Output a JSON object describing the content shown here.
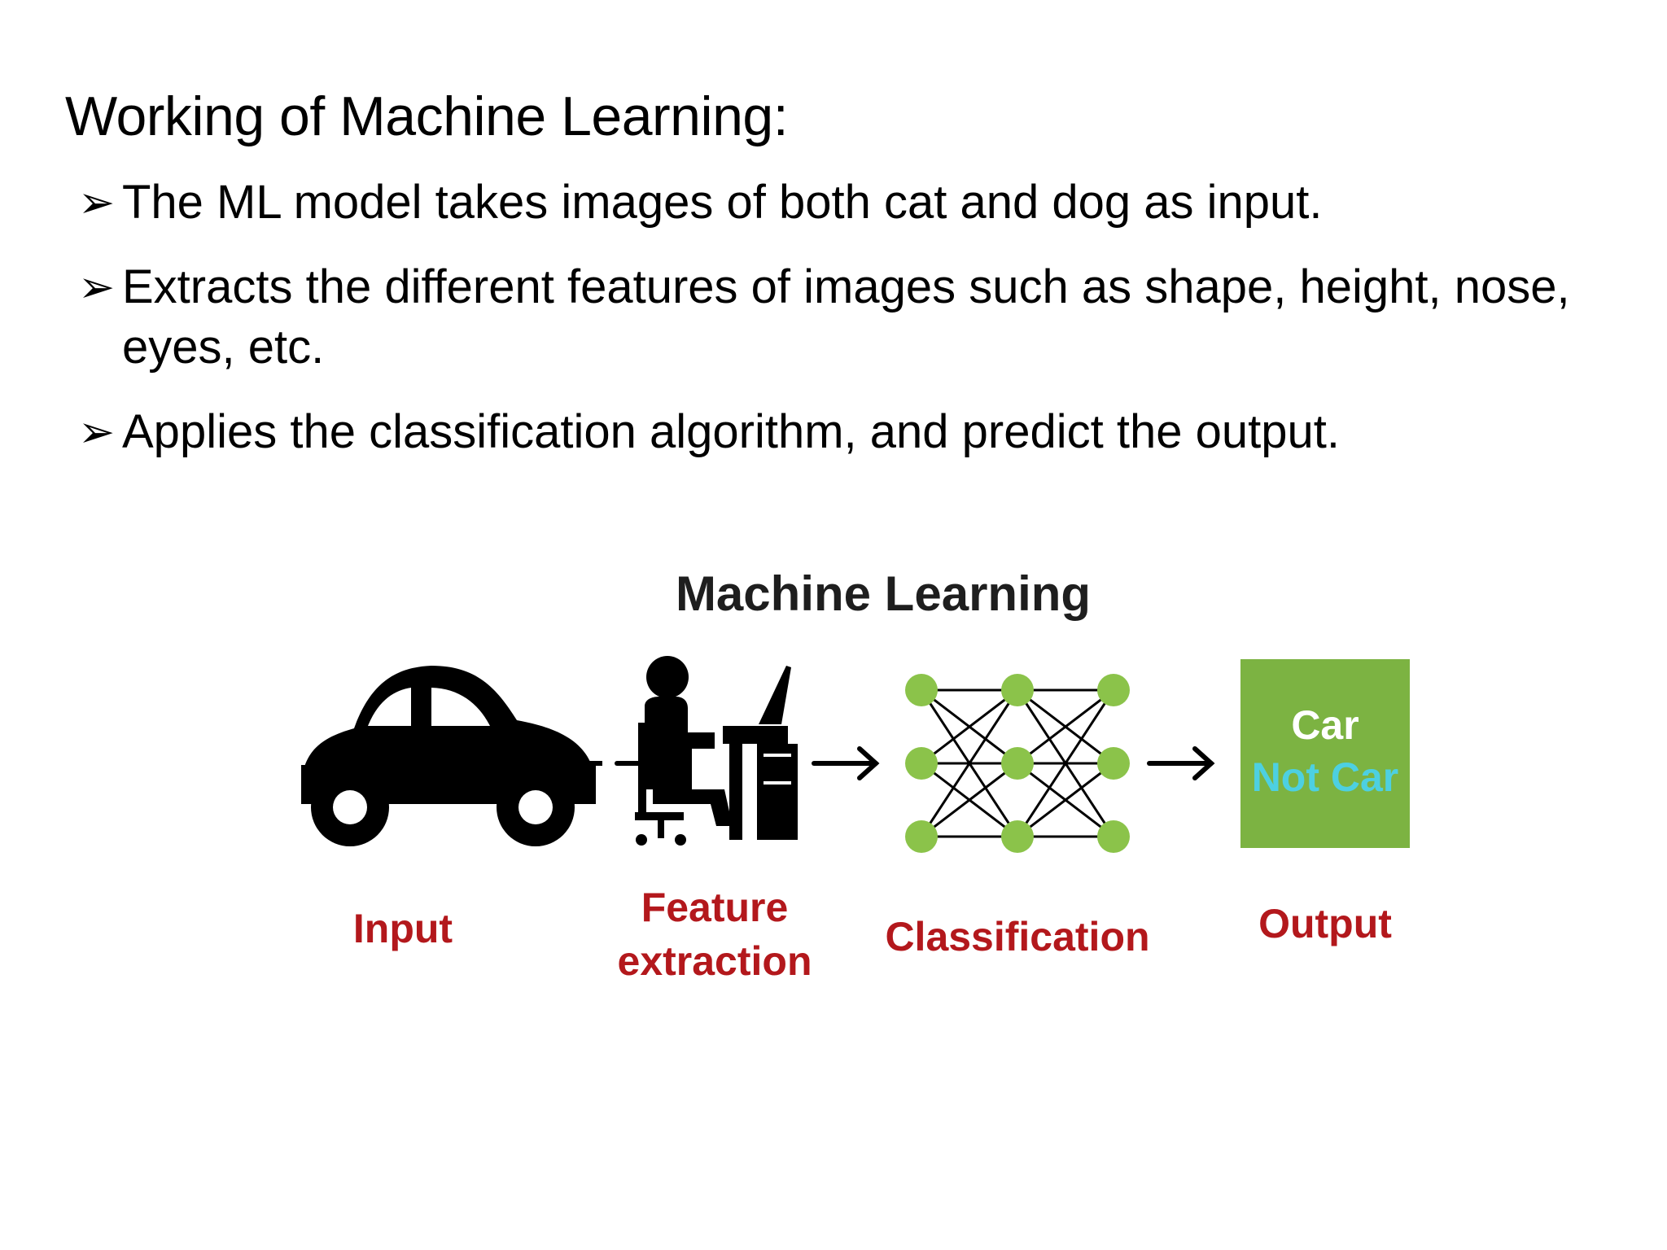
{
  "slide": {
    "title": "Working of Machine Learning:",
    "bullets": [
      {
        "marker": "➢",
        "text": "The ML model takes images of both cat and dog as input."
      },
      {
        "marker": "➢",
        "text": "Extracts the different features of images such as shape, height, nose, eyes, etc."
      },
      {
        "marker": "➢",
        "text": "Applies the classification algorithm, and predict the output."
      }
    ]
  },
  "diagram": {
    "title": "Machine Learning",
    "stages": [
      {
        "label": "Input",
        "icon": "car-icon"
      },
      {
        "label_line1": "Feature",
        "label_line2": "extraction",
        "icon": "person-at-computer-icon"
      },
      {
        "label": "Classification",
        "icon": "neural-network-icon"
      },
      {
        "label": "Output",
        "icon": "output-box"
      }
    ],
    "output_box": {
      "line1": "Car",
      "line2": "Not Car"
    },
    "colors": {
      "label": "#b3181c",
      "node": "#8bc34a",
      "box": "#7cb342",
      "box_text_primary": "#ffffff",
      "box_text_secondary": "#4dd0e1",
      "icon": "#000000"
    }
  }
}
